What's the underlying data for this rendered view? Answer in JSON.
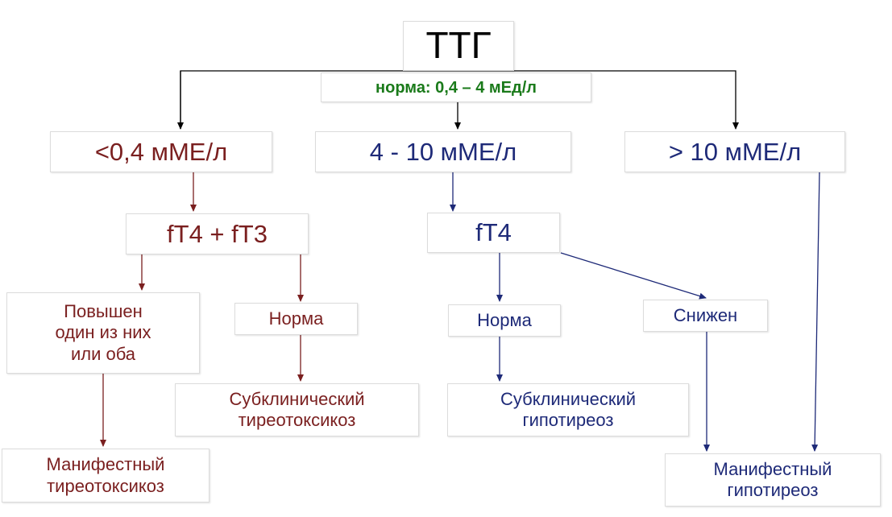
{
  "colors": {
    "maroon": "#7a1f1f",
    "navy": "#1e2a78",
    "green": "#1a7a1a",
    "black": "#000000"
  },
  "diagram": {
    "root": {
      "label": "ТТГ"
    },
    "norm": {
      "label": "норма: 0,4 – 4 мЕд/л"
    },
    "low": {
      "label": "<0,4 мМЕ/л"
    },
    "mid": {
      "label": "4 - 10 мМЕ/л"
    },
    "high": {
      "label": "> 10 мМЕ/л"
    },
    "ft4_ft3": {
      "label": "fT4 + fT3"
    },
    "ft4": {
      "label": "fT4"
    },
    "raised": {
      "label": "Повышен\nодин из них\nили оба"
    },
    "norm_left": {
      "label": "Норма"
    },
    "norm_mid": {
      "label": "Норма"
    },
    "reduced": {
      "label": "Снижен"
    },
    "subclinical_thyro": {
      "label": "Субклинический\nтиреотоксикоз"
    },
    "subclinical_hypo": {
      "label": "Субклинический\nгипотиреоз"
    },
    "manifest_thyro": {
      "label": "Манифестный\nтиреотоксикоз"
    },
    "manifest_hypo": {
      "label": "Манифестный\nгипотиреоз"
    }
  }
}
